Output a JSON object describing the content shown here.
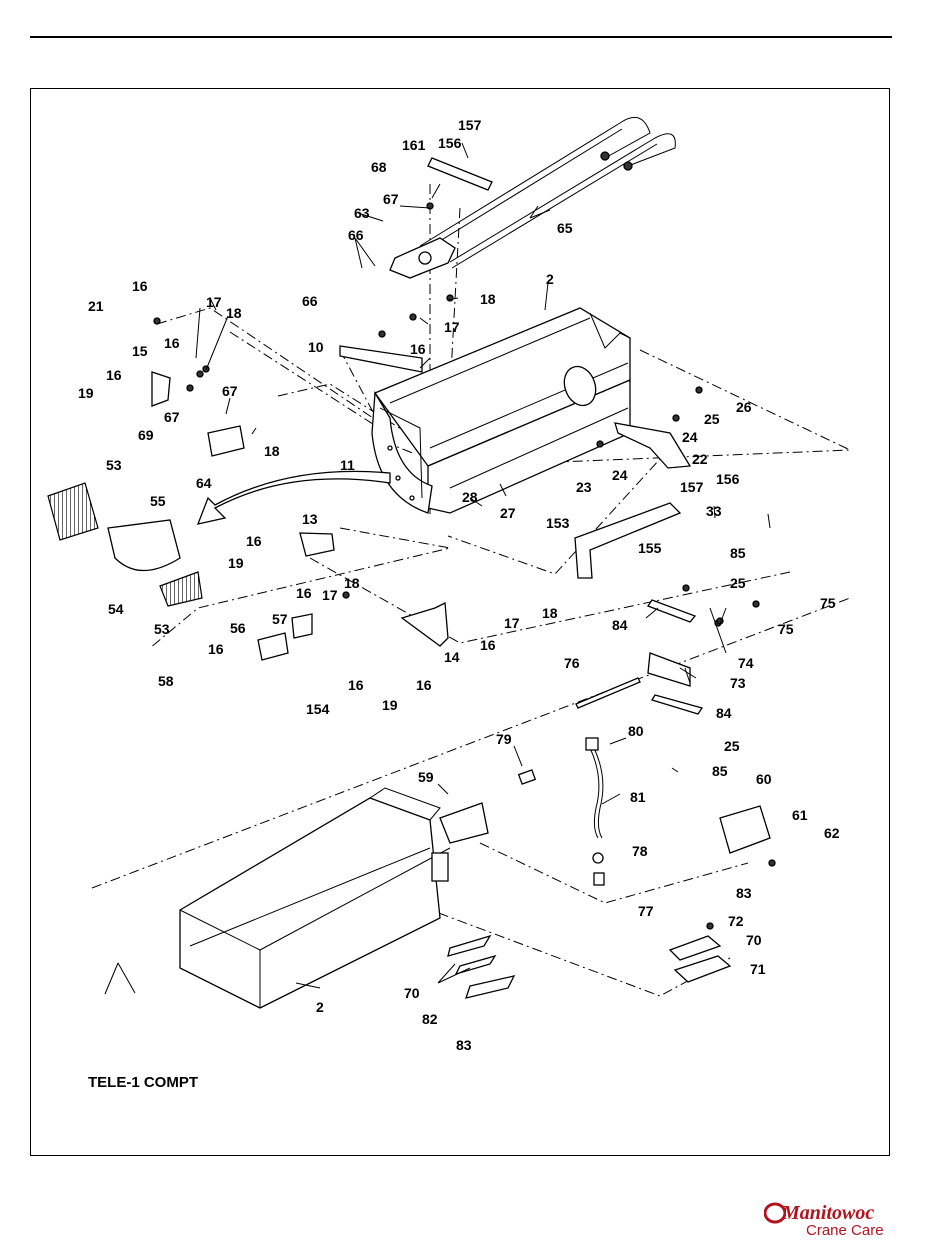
{
  "caption": "TELE-1 COMPT",
  "brand": {
    "name": "Manitowoc",
    "subtitle": "Crane Care",
    "color": "#b2141e"
  },
  "callouts": [
    "157",
    "161",
    "156",
    "68",
    "67",
    "63",
    "66",
    "66",
    "65",
    "2",
    "16",
    "21",
    "17",
    "18",
    "18",
    "17",
    "10",
    "16",
    "15",
    "16",
    "16",
    "19",
    "67",
    "69",
    "67",
    "18",
    "64",
    "11",
    "26",
    "25",
    "24",
    "24",
    "22",
    "23",
    "28",
    "27",
    "53",
    "55",
    "13",
    "157",
    "156",
    "33",
    "153",
    "155",
    "16",
    "19",
    "16",
    "17",
    "18",
    "85",
    "25",
    "57",
    "56",
    "16",
    "17",
    "16",
    "18",
    "75",
    "75",
    "84",
    "74",
    "58",
    "154",
    "16",
    "19",
    "16",
    "14",
    "76",
    "73",
    "84",
    "25",
    "85",
    "79",
    "80",
    "59",
    "81",
    "60",
    "61",
    "62",
    "78",
    "77",
    "83",
    "72",
    "70",
    "71",
    "70",
    "82",
    "83",
    "2",
    "54",
    "53"
  ]
}
